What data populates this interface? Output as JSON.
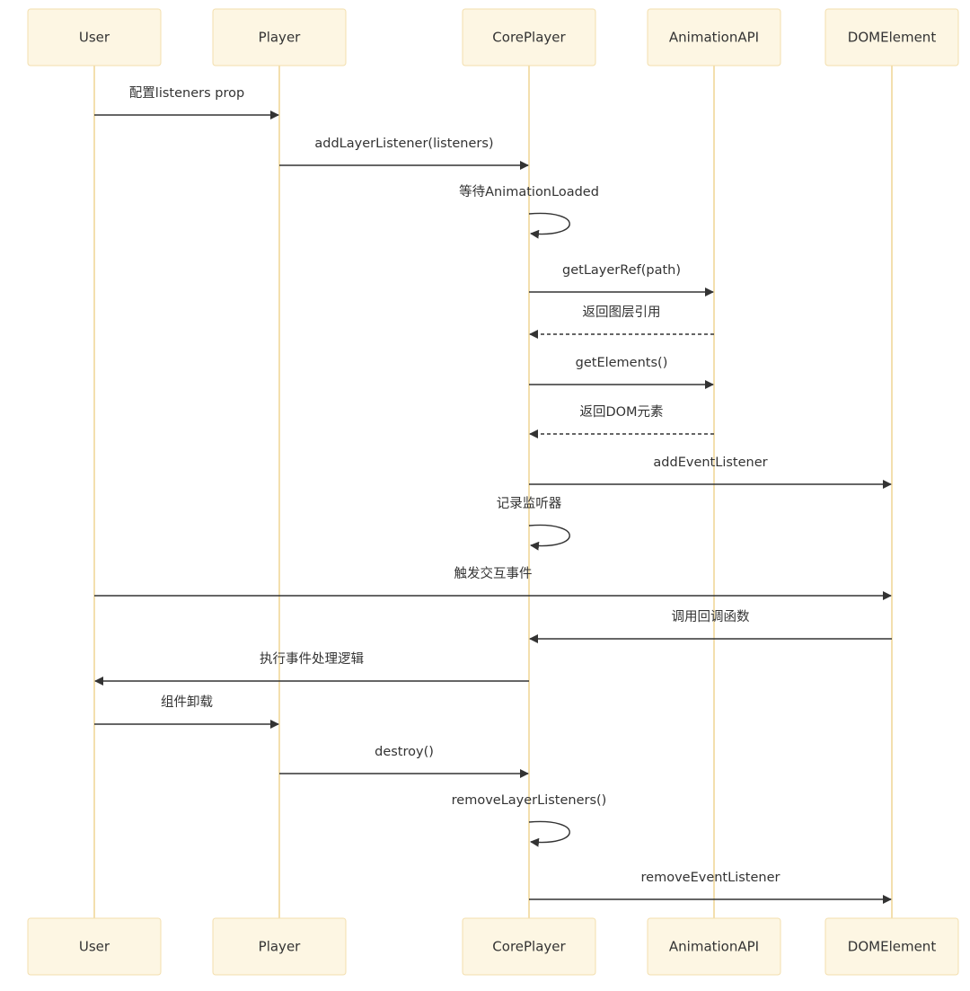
{
  "participants": [
    {
      "id": "user",
      "label": "User"
    },
    {
      "id": "player",
      "label": "Player"
    },
    {
      "id": "coreplayer",
      "label": "CorePlayer"
    },
    {
      "id": "animationapi",
      "label": "AnimationAPI"
    },
    {
      "id": "domelement",
      "label": "DOMElement"
    }
  ],
  "messages": [
    {
      "from": "user",
      "to": "player",
      "label": "配置listeners prop",
      "style": "solid"
    },
    {
      "from": "player",
      "to": "coreplayer",
      "label": "addLayerListener(listeners)",
      "style": "solid"
    },
    {
      "from": "coreplayer",
      "to": "coreplayer",
      "label": "等待AnimationLoaded",
      "style": "solid"
    },
    {
      "from": "coreplayer",
      "to": "animationapi",
      "label": "getLayerRef(path)",
      "style": "solid"
    },
    {
      "from": "animationapi",
      "to": "coreplayer",
      "label": "返回图层引用",
      "style": "dashed"
    },
    {
      "from": "coreplayer",
      "to": "animationapi",
      "label": "getElements()",
      "style": "solid"
    },
    {
      "from": "animationapi",
      "to": "coreplayer",
      "label": "返回DOM元素",
      "style": "dashed"
    },
    {
      "from": "coreplayer",
      "to": "domelement",
      "label": "addEventListener",
      "style": "solid"
    },
    {
      "from": "coreplayer",
      "to": "coreplayer",
      "label": "记录监听器",
      "style": "solid"
    },
    {
      "from": "user",
      "to": "domelement",
      "label": "触发交互事件",
      "style": "solid"
    },
    {
      "from": "domelement",
      "to": "coreplayer",
      "label": "调用回调函数",
      "style": "solid"
    },
    {
      "from": "coreplayer",
      "to": "user",
      "label": "执行事件处理逻辑",
      "style": "solid"
    },
    {
      "from": "user",
      "to": "player",
      "label": "组件卸载",
      "style": "solid"
    },
    {
      "from": "player",
      "to": "coreplayer",
      "label": "destroy()",
      "style": "solid"
    },
    {
      "from": "coreplayer",
      "to": "coreplayer",
      "label": "removeLayerListeners()",
      "style": "solid"
    },
    {
      "from": "coreplayer",
      "to": "domelement",
      "label": "removeEventListener",
      "style": "solid"
    }
  ]
}
